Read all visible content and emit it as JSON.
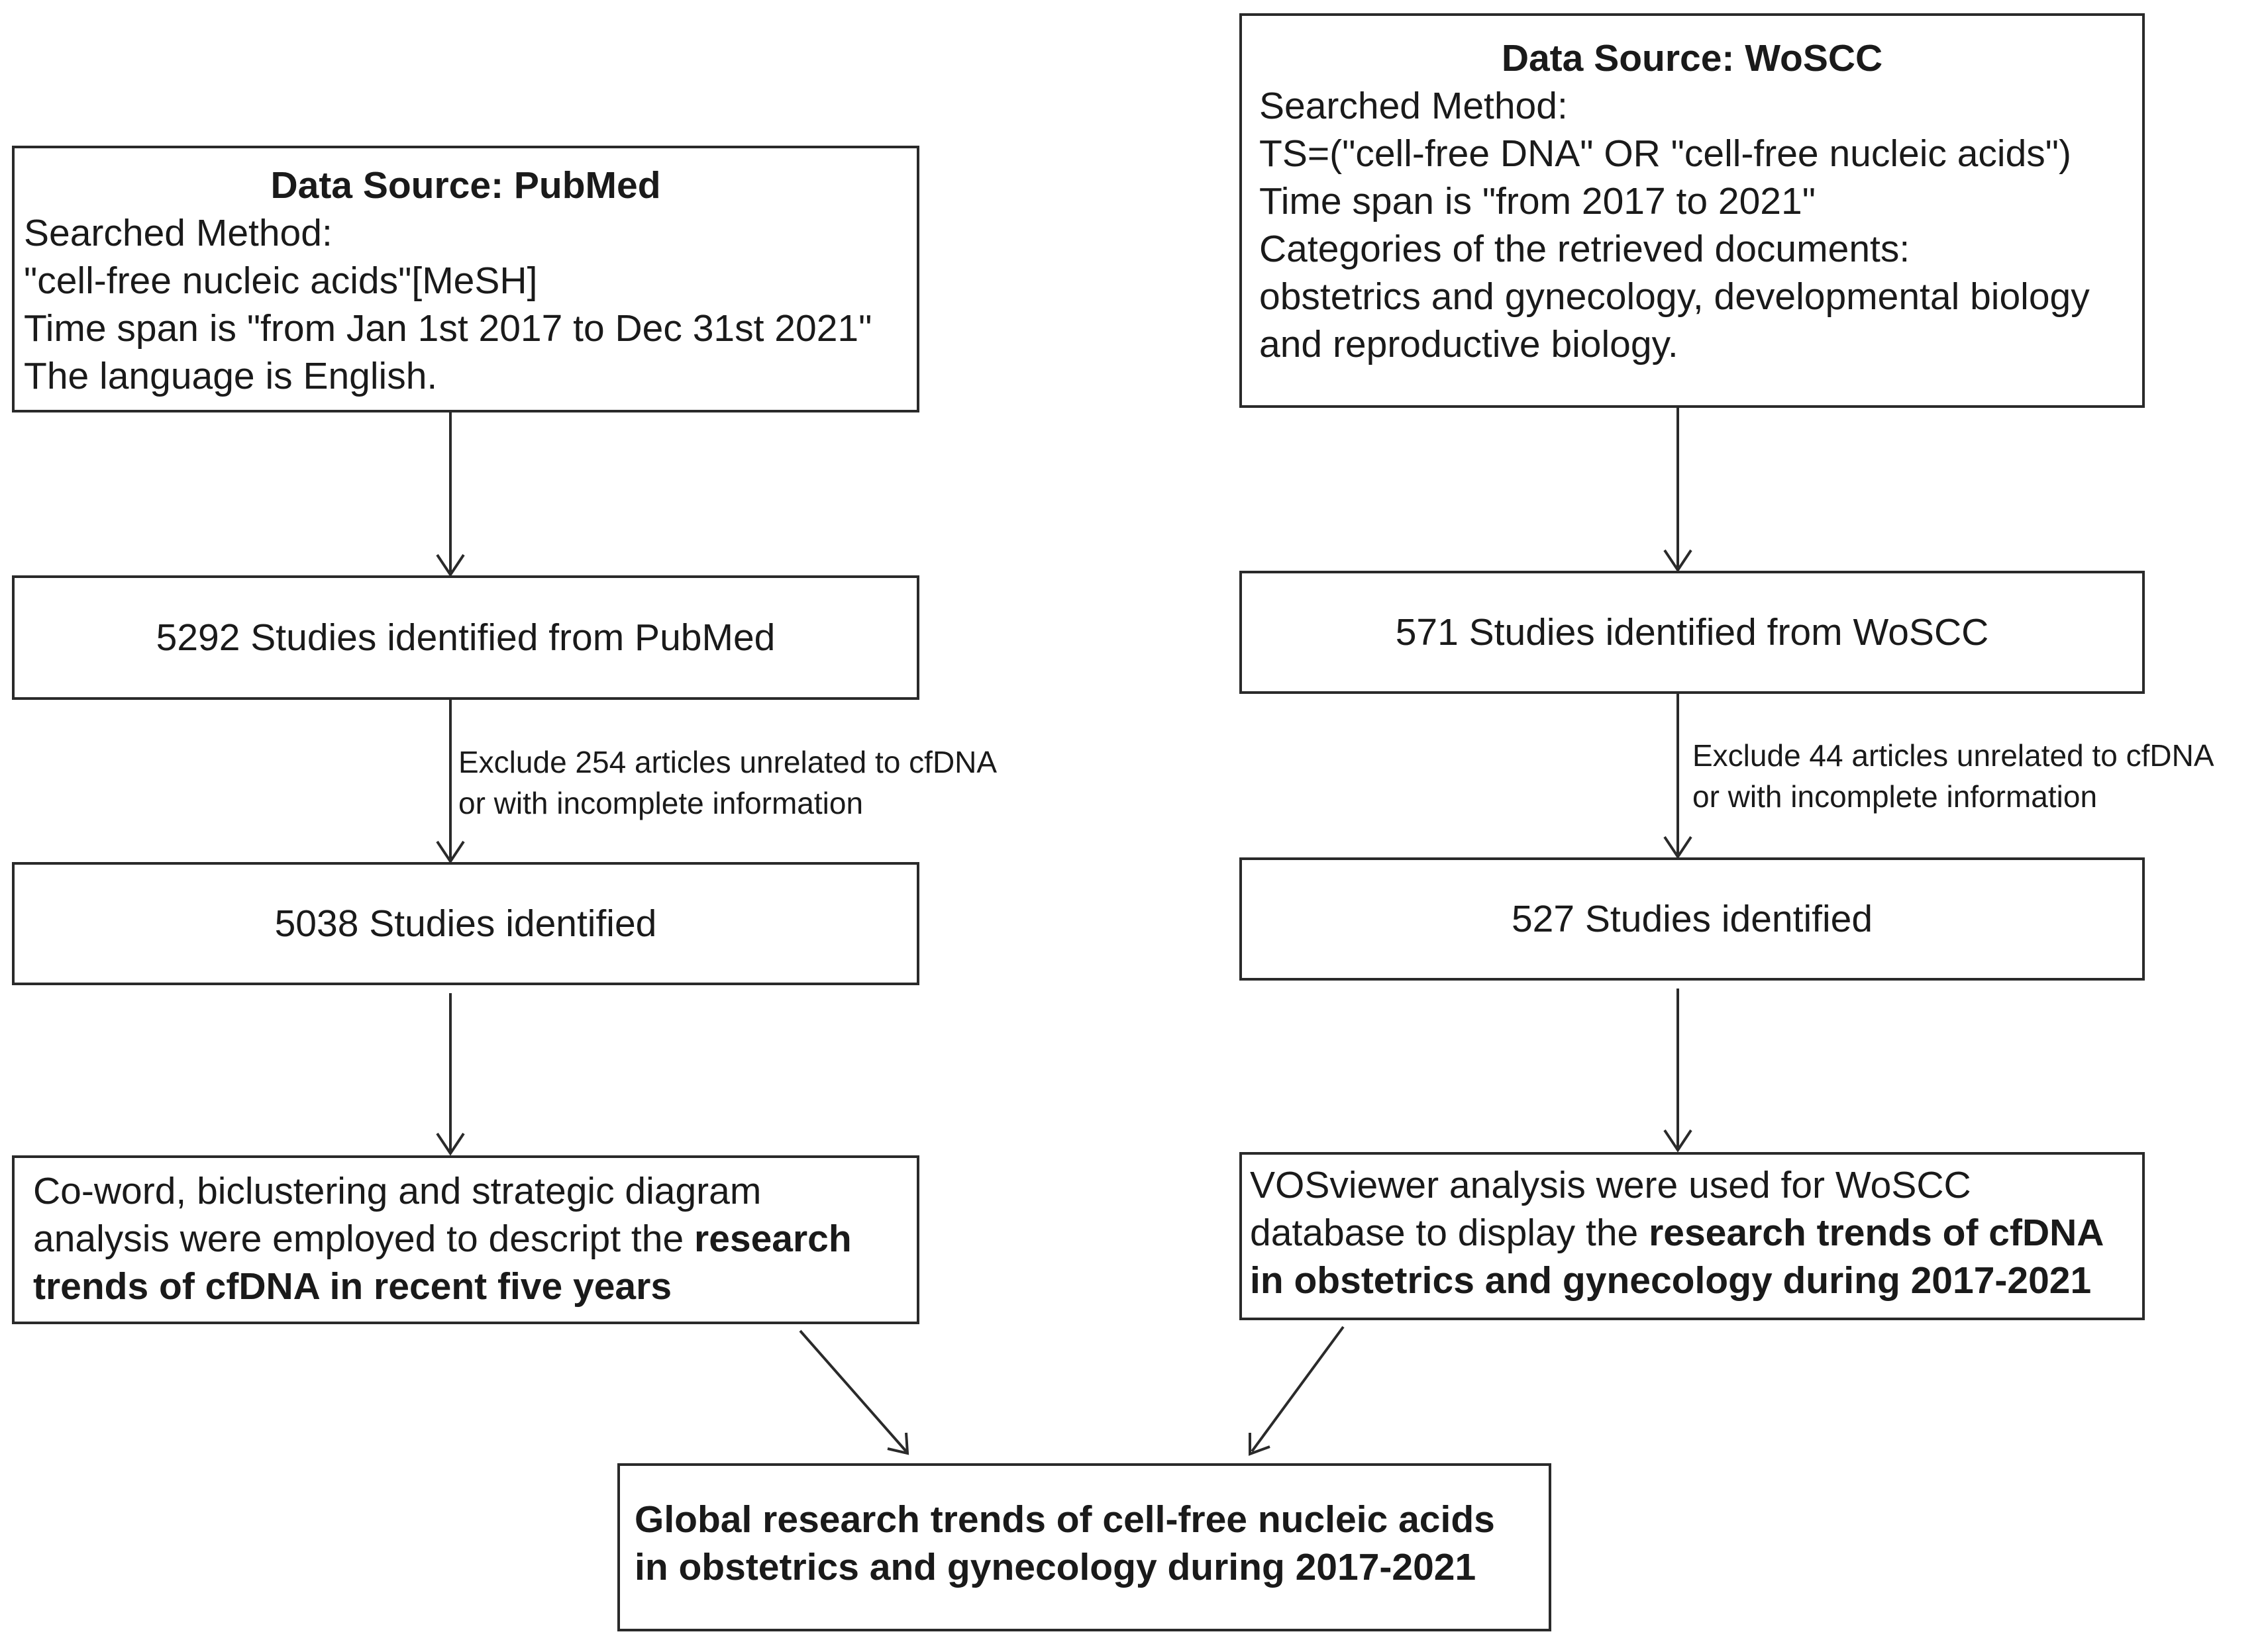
{
  "pubmed": {
    "source": {
      "title": "Data Source:  PubMed",
      "lines": [
        "Searched Method:",
        "\"cell-free nucleic acids\"[MeSH]",
        "Time span is \"from Jan 1st 2017 to Dec 31st 2021\"",
        "The language is English."
      ]
    },
    "identified": "5292 Studies identified from PubMed",
    "exclusion": {
      "line1": "Exclude 254 articles unrelated to cfDNA",
      "line2": "or with incomplete information"
    },
    "remaining": "5038 Studies identified",
    "analysis": {
      "text": "Co-word, biclustering and strategic diagram analysis were employed to descript the ",
      "bold": "research trends of cfDNA in recent five years"
    }
  },
  "woscc": {
    "source": {
      "title": "Data Source:  WoSCC",
      "lines": [
        "Searched Method:",
        "TS=(\"cell-free DNA\" OR \"cell-free nucleic acids\")",
        "Time span is \"from 2017 to 2021\"",
        "Categories of the retrieved documents:",
        "obstetrics and gynecology, developmental biology",
        "and reproductive biology."
      ]
    },
    "identified": "571 Studies identified from WoSCC",
    "exclusion": {
      "line1": "Exclude 44 articles unrelated to cfDNA",
      "line2": "or with incomplete information"
    },
    "remaining": "527 Studies identified",
    "analysis": {
      "text": "VOSviewer analysis were used for WoSCC database to display the ",
      "bold": "research trends of cfDNA in obstetrics and gynecology during 2017-2021"
    }
  },
  "conclusion": {
    "line1": "Global research trends of cell-free nucleic acids",
    "line2": "in obstetrics and gynecology during 2017-2021"
  }
}
